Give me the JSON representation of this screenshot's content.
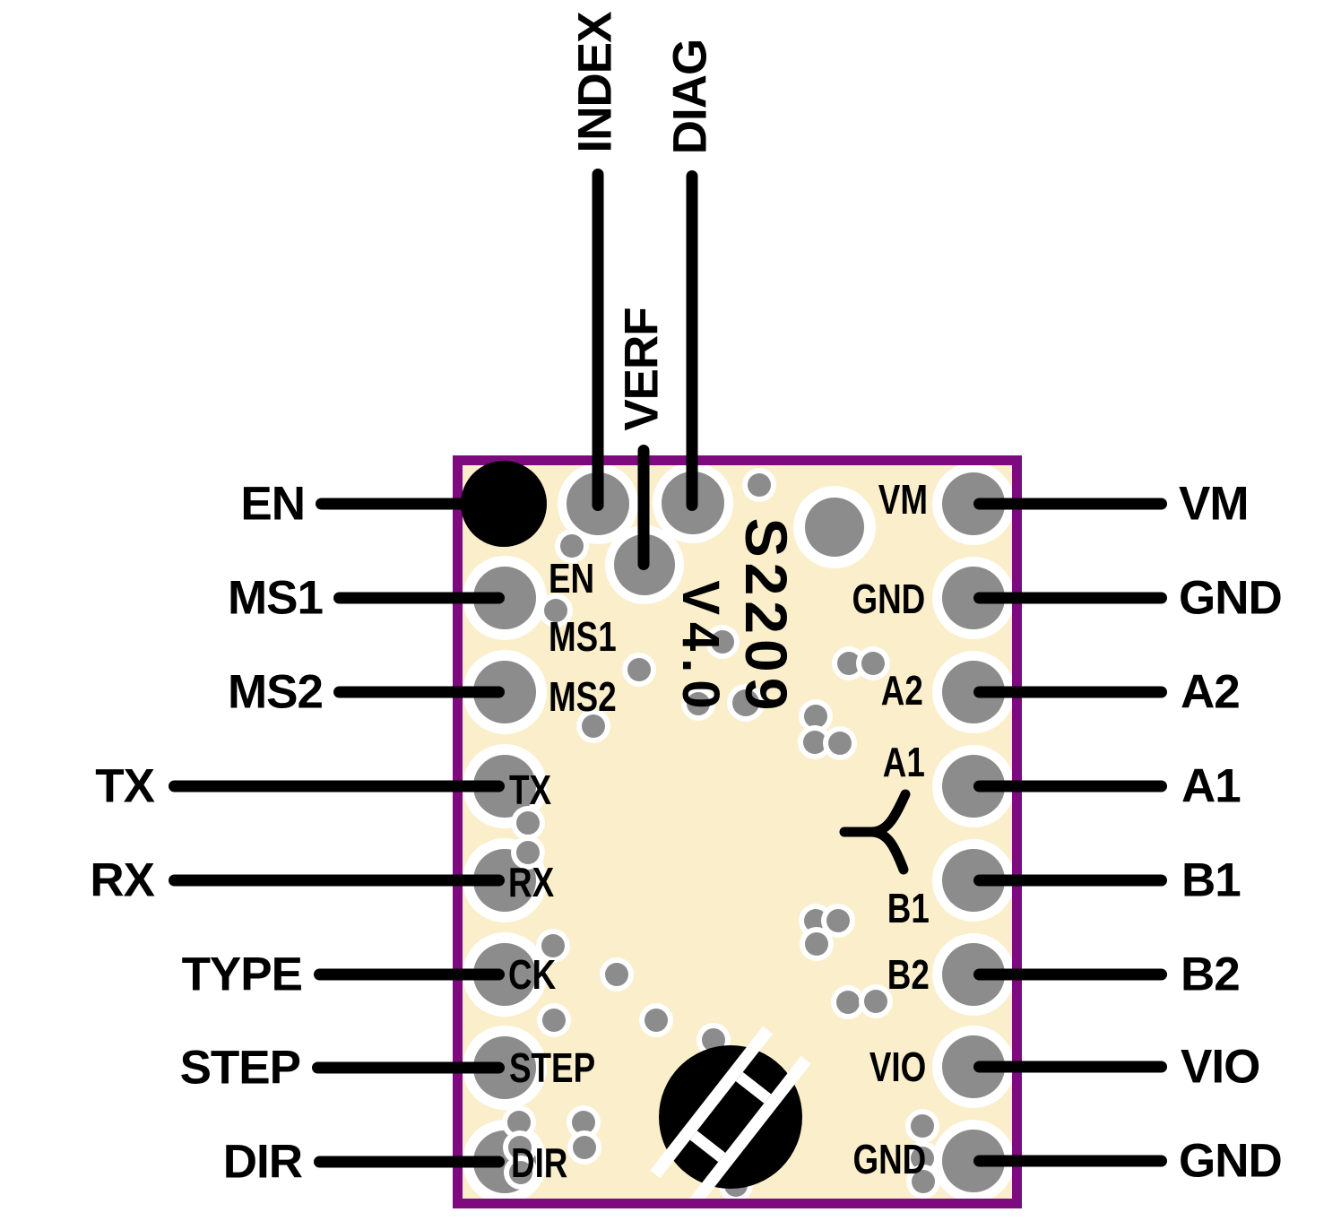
{
  "board": {
    "silkscreen_name": "S2209",
    "silkscreen_version": "V4.0"
  },
  "top_pins": [
    {
      "label": "INDEX"
    },
    {
      "label": "VERF"
    },
    {
      "label": "DIAG"
    }
  ],
  "left_pins": [
    {
      "label": "EN",
      "silk": "EN"
    },
    {
      "label": "MS1",
      "silk": "MS1"
    },
    {
      "label": "MS2",
      "silk": "MS2"
    },
    {
      "label": "TX",
      "silk": "TX"
    },
    {
      "label": "RX",
      "silk": "RX"
    },
    {
      "label": "TYPE",
      "silk": "CK"
    },
    {
      "label": "STEP",
      "silk": "STEP"
    },
    {
      "label": "DIR",
      "silk": "DIR"
    }
  ],
  "right_pins": [
    {
      "label": "VM",
      "silk": "VM"
    },
    {
      "label": "GND",
      "silk": "GND"
    },
    {
      "label": "A2",
      "silk": "A2"
    },
    {
      "label": "A1",
      "silk": "A1"
    },
    {
      "label": "B1",
      "silk": "B1"
    },
    {
      "label": "B2",
      "silk": "B2"
    },
    {
      "label": "VIO",
      "silk": "VIO"
    },
    {
      "label": "GND",
      "silk": "GND"
    }
  ],
  "icons": [
    {
      "name": "manufacturer-logo-icon"
    },
    {
      "name": "motor-coil-symbol"
    }
  ],
  "colors": {
    "board_fill": "#faeecb",
    "board_border": "#7e0b7e",
    "pad_gray": "#8c8c8c",
    "text_black": "#000000",
    "background": "#ffffff"
  }
}
